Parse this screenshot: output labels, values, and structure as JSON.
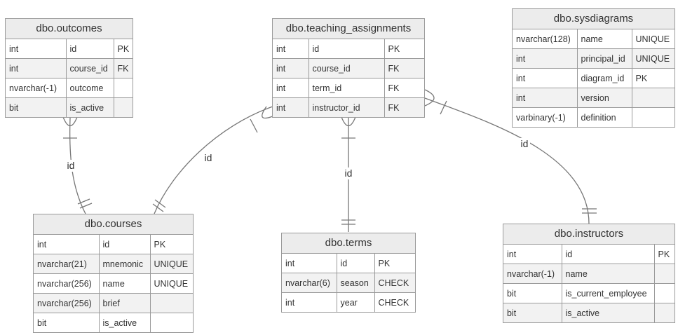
{
  "entities": {
    "outcomes": {
      "title": "dbo.outcomes",
      "rows": [
        [
          "int",
          "id",
          "PK"
        ],
        [
          "int",
          "course_id",
          "FK"
        ],
        [
          "nvarchar(-1)",
          "outcome",
          ""
        ],
        [
          "bit",
          "is_active",
          ""
        ]
      ]
    },
    "teaching_assignments": {
      "title": "dbo.teaching_assignments",
      "rows": [
        [
          "int",
          "id",
          "PK"
        ],
        [
          "int",
          "course_id",
          "FK"
        ],
        [
          "int",
          "term_id",
          "FK"
        ],
        [
          "int",
          "instructor_id",
          "FK"
        ]
      ]
    },
    "sysdiagrams": {
      "title": "dbo.sysdiagrams",
      "rows": [
        [
          "nvarchar(128)",
          "name",
          "UNIQUE"
        ],
        [
          "int",
          "principal_id",
          "UNIQUE"
        ],
        [
          "int",
          "diagram_id",
          "PK"
        ],
        [
          "int",
          "version",
          ""
        ],
        [
          "varbinary(-1)",
          "definition",
          ""
        ]
      ]
    },
    "courses": {
      "title": "dbo.courses",
      "rows": [
        [
          "int",
          "id",
          "PK"
        ],
        [
          "nvarchar(21)",
          "mnemonic",
          "UNIQUE"
        ],
        [
          "nvarchar(256)",
          "name",
          "UNIQUE"
        ],
        [
          "nvarchar(256)",
          "brief",
          ""
        ],
        [
          "bit",
          "is_active",
          ""
        ]
      ]
    },
    "terms": {
      "title": "dbo.terms",
      "rows": [
        [
          "int",
          "id",
          "PK"
        ],
        [
          "nvarchar(6)",
          "season",
          "CHECK"
        ],
        [
          "int",
          "year",
          "CHECK"
        ]
      ]
    },
    "instructors": {
      "title": "dbo.instructors",
      "rows": [
        [
          "int",
          "id",
          "PK"
        ],
        [
          "nvarchar(-1)",
          "name",
          ""
        ],
        [
          "bit",
          "is_current_employee",
          ""
        ],
        [
          "bit",
          "is_active",
          ""
        ]
      ]
    }
  },
  "relationships": [
    {
      "from": "outcomes",
      "to": "courses",
      "label": "id"
    },
    {
      "from": "teaching_assignments",
      "to": "courses",
      "label": "id"
    },
    {
      "from": "teaching_assignments",
      "to": "terms",
      "label": "id"
    },
    {
      "from": "teaching_assignments",
      "to": "instructors",
      "label": "id"
    }
  ],
  "colors": {
    "border": "#9a9a9a",
    "header": "#ececec",
    "row_alt": "#f2f2f2",
    "edge": "#777777"
  }
}
